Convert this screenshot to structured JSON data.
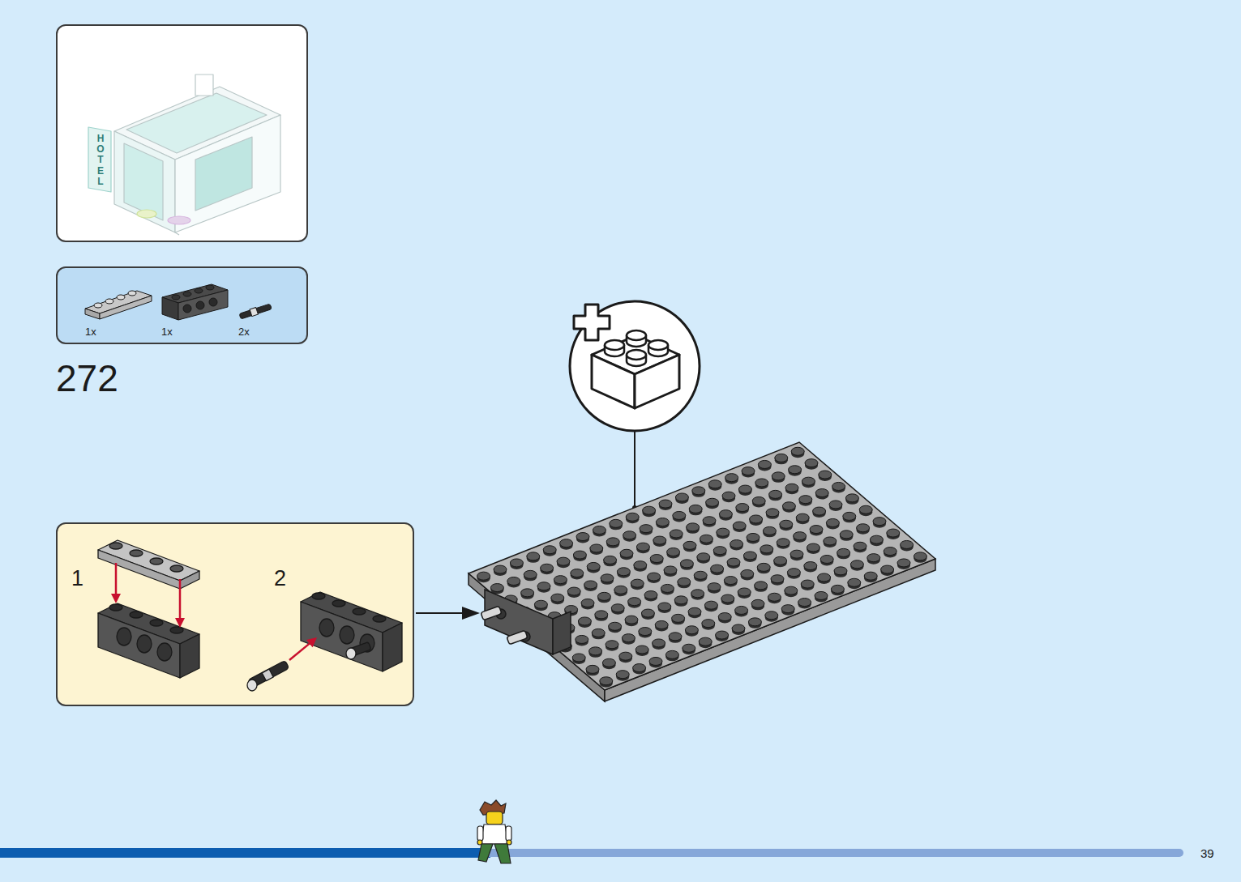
{
  "diagram": {
    "nodes": [
      {
        "text": [
          "HOTEL"
        ]
      },
      {
        "text": [
          "1x",
          "1x",
          "2x"
        ]
      },
      {
        "text": [
          "1",
          "2"
        ]
      }
    ],
    "labels": [
      "272",
      "39"
    ]
  }
}
